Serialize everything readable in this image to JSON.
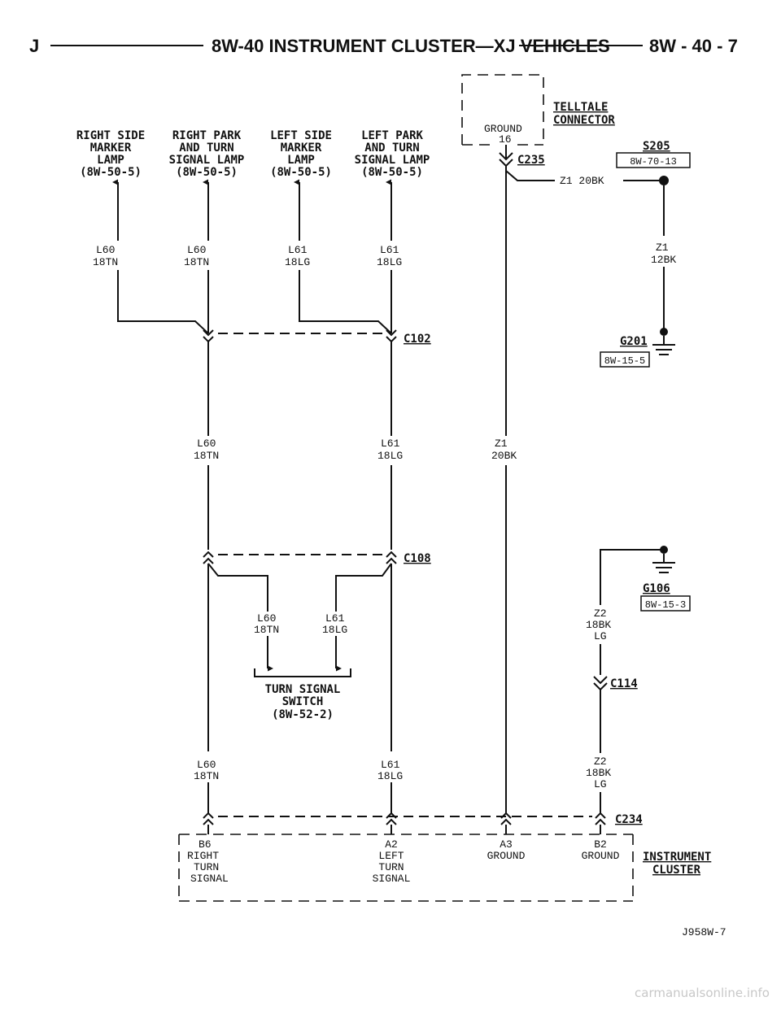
{
  "header": {
    "left_code": "J",
    "title": "8W-40 INSTRUMENT CLUSTER—XJ VEHICLES",
    "page_ref": "8W - 40 - 7"
  },
  "components": {
    "right_side_marker": {
      "line1": "RIGHT SIDE",
      "line2": "MARKER",
      "line3": "LAMP",
      "ref": "(8W-50-5)"
    },
    "right_park_turn": {
      "line1": "RIGHT PARK",
      "line2": "AND TURN",
      "line3": "SIGNAL LAMP",
      "ref": "(8W-50-5)"
    },
    "left_side_marker": {
      "line1": "LEFT SIDE",
      "line2": "MARKER",
      "line3": "LAMP",
      "ref": "(8W-50-5)"
    },
    "left_park_turn": {
      "line1": "LEFT PARK",
      "line2": "AND TURN",
      "line3": "SIGNAL LAMP",
      "ref": "(8W-50-5)"
    },
    "telltale": {
      "line1": "TELLTALE",
      "line2": "CONNECTOR",
      "pin_name": "GROUND",
      "pin_no": "16"
    },
    "turn_switch": {
      "line1": "TURN SIGNAL",
      "line2": "SWITCH",
      "ref": "(8W-52-2)"
    },
    "cluster": {
      "line1": "INSTRUMENT",
      "line2": "CLUSTER"
    }
  },
  "wires": {
    "l60_top1": {
      "circuit": "L60",
      "gauge": "18TN"
    },
    "l60_top2": {
      "circuit": "L60",
      "gauge": "18TN"
    },
    "l61_top1": {
      "circuit": "L61",
      "gauge": "18LG"
    },
    "l61_top2": {
      "circuit": "L61",
      "gauge": "18LG"
    },
    "z1_horiz": "Z1 20BK",
    "z1_right": {
      "circuit": "Z1",
      "gauge": "12BK"
    },
    "l60_mid": {
      "circuit": "L60",
      "gauge": "18TN"
    },
    "l61_mid": {
      "circuit": "L61",
      "gauge": "18LG"
    },
    "z1_mid": {
      "circuit": "Z1",
      "gauge": "20BK"
    },
    "l60_sw": {
      "circuit": "L60",
      "gauge": "18TN"
    },
    "l61_sw": {
      "circuit": "L61",
      "gauge": "18LG"
    },
    "z2_upper": {
      "circuit": "Z2",
      "gauge": "18BK",
      "color": "LG"
    },
    "z2_lower": {
      "circuit": "Z2",
      "gauge": "18BK",
      "color": "LG"
    },
    "l60_low": {
      "circuit": "L60",
      "gauge": "18TN"
    },
    "l61_low": {
      "circuit": "L61",
      "gauge": "18LG"
    }
  },
  "connectors": {
    "c102": "C102",
    "c108": "C108",
    "c235": "C235",
    "c114": "C114",
    "c234": "C234",
    "s205": {
      "name": "S205",
      "ref": "8W-70-13"
    },
    "g201": {
      "name": "G201",
      "ref": "8W-15-5"
    },
    "g106": {
      "name": "G106",
      "ref": "8W-15-3"
    }
  },
  "cluster_pins": [
    {
      "pin": "B6",
      "l1": "RIGHT",
      "l2": "TURN",
      "l3": "SIGNAL"
    },
    {
      "pin": "A2",
      "l1": "LEFT",
      "l2": "TURN",
      "l3": "SIGNAL"
    },
    {
      "pin": "A3",
      "l1": "GROUND"
    },
    {
      "pin": "B2",
      "l1": "GROUND"
    }
  ],
  "figure_id": "J958W-7",
  "watermark": "carmanualsonline.info"
}
